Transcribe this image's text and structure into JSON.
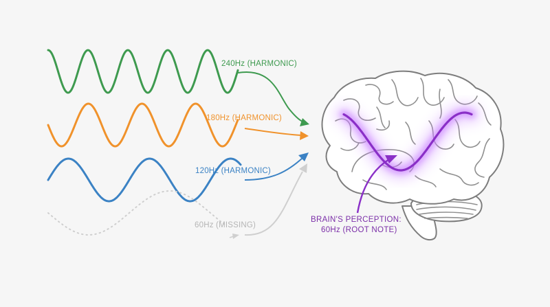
{
  "waves": [
    {
      "id": "h240",
      "label": "240Hz (HARMONIC)",
      "color": "#3e9a4f",
      "state": "present"
    },
    {
      "id": "h180",
      "label": "180Hz (HARMONIC)",
      "color": "#f0922b",
      "state": "present"
    },
    {
      "id": "h120",
      "label": "120Hz (HARMONIC)",
      "color": "#3b82c4",
      "state": "present"
    },
    {
      "id": "f60",
      "label": "60Hz (MISSING)",
      "color": "#cfcfcf",
      "state": "missing"
    }
  ],
  "perception": {
    "line1": "BRAIN'S PERCEPTION:",
    "line2": "60Hz (ROOT NOTE)",
    "color": "#8a2fc7",
    "glow_color": "#c77dff"
  },
  "brain": {
    "stroke_color": "#7d7d7d",
    "fill_color": "#ffffff"
  },
  "icons": {
    "brain": "brain-illustration",
    "arrow": "arrowhead"
  }
}
